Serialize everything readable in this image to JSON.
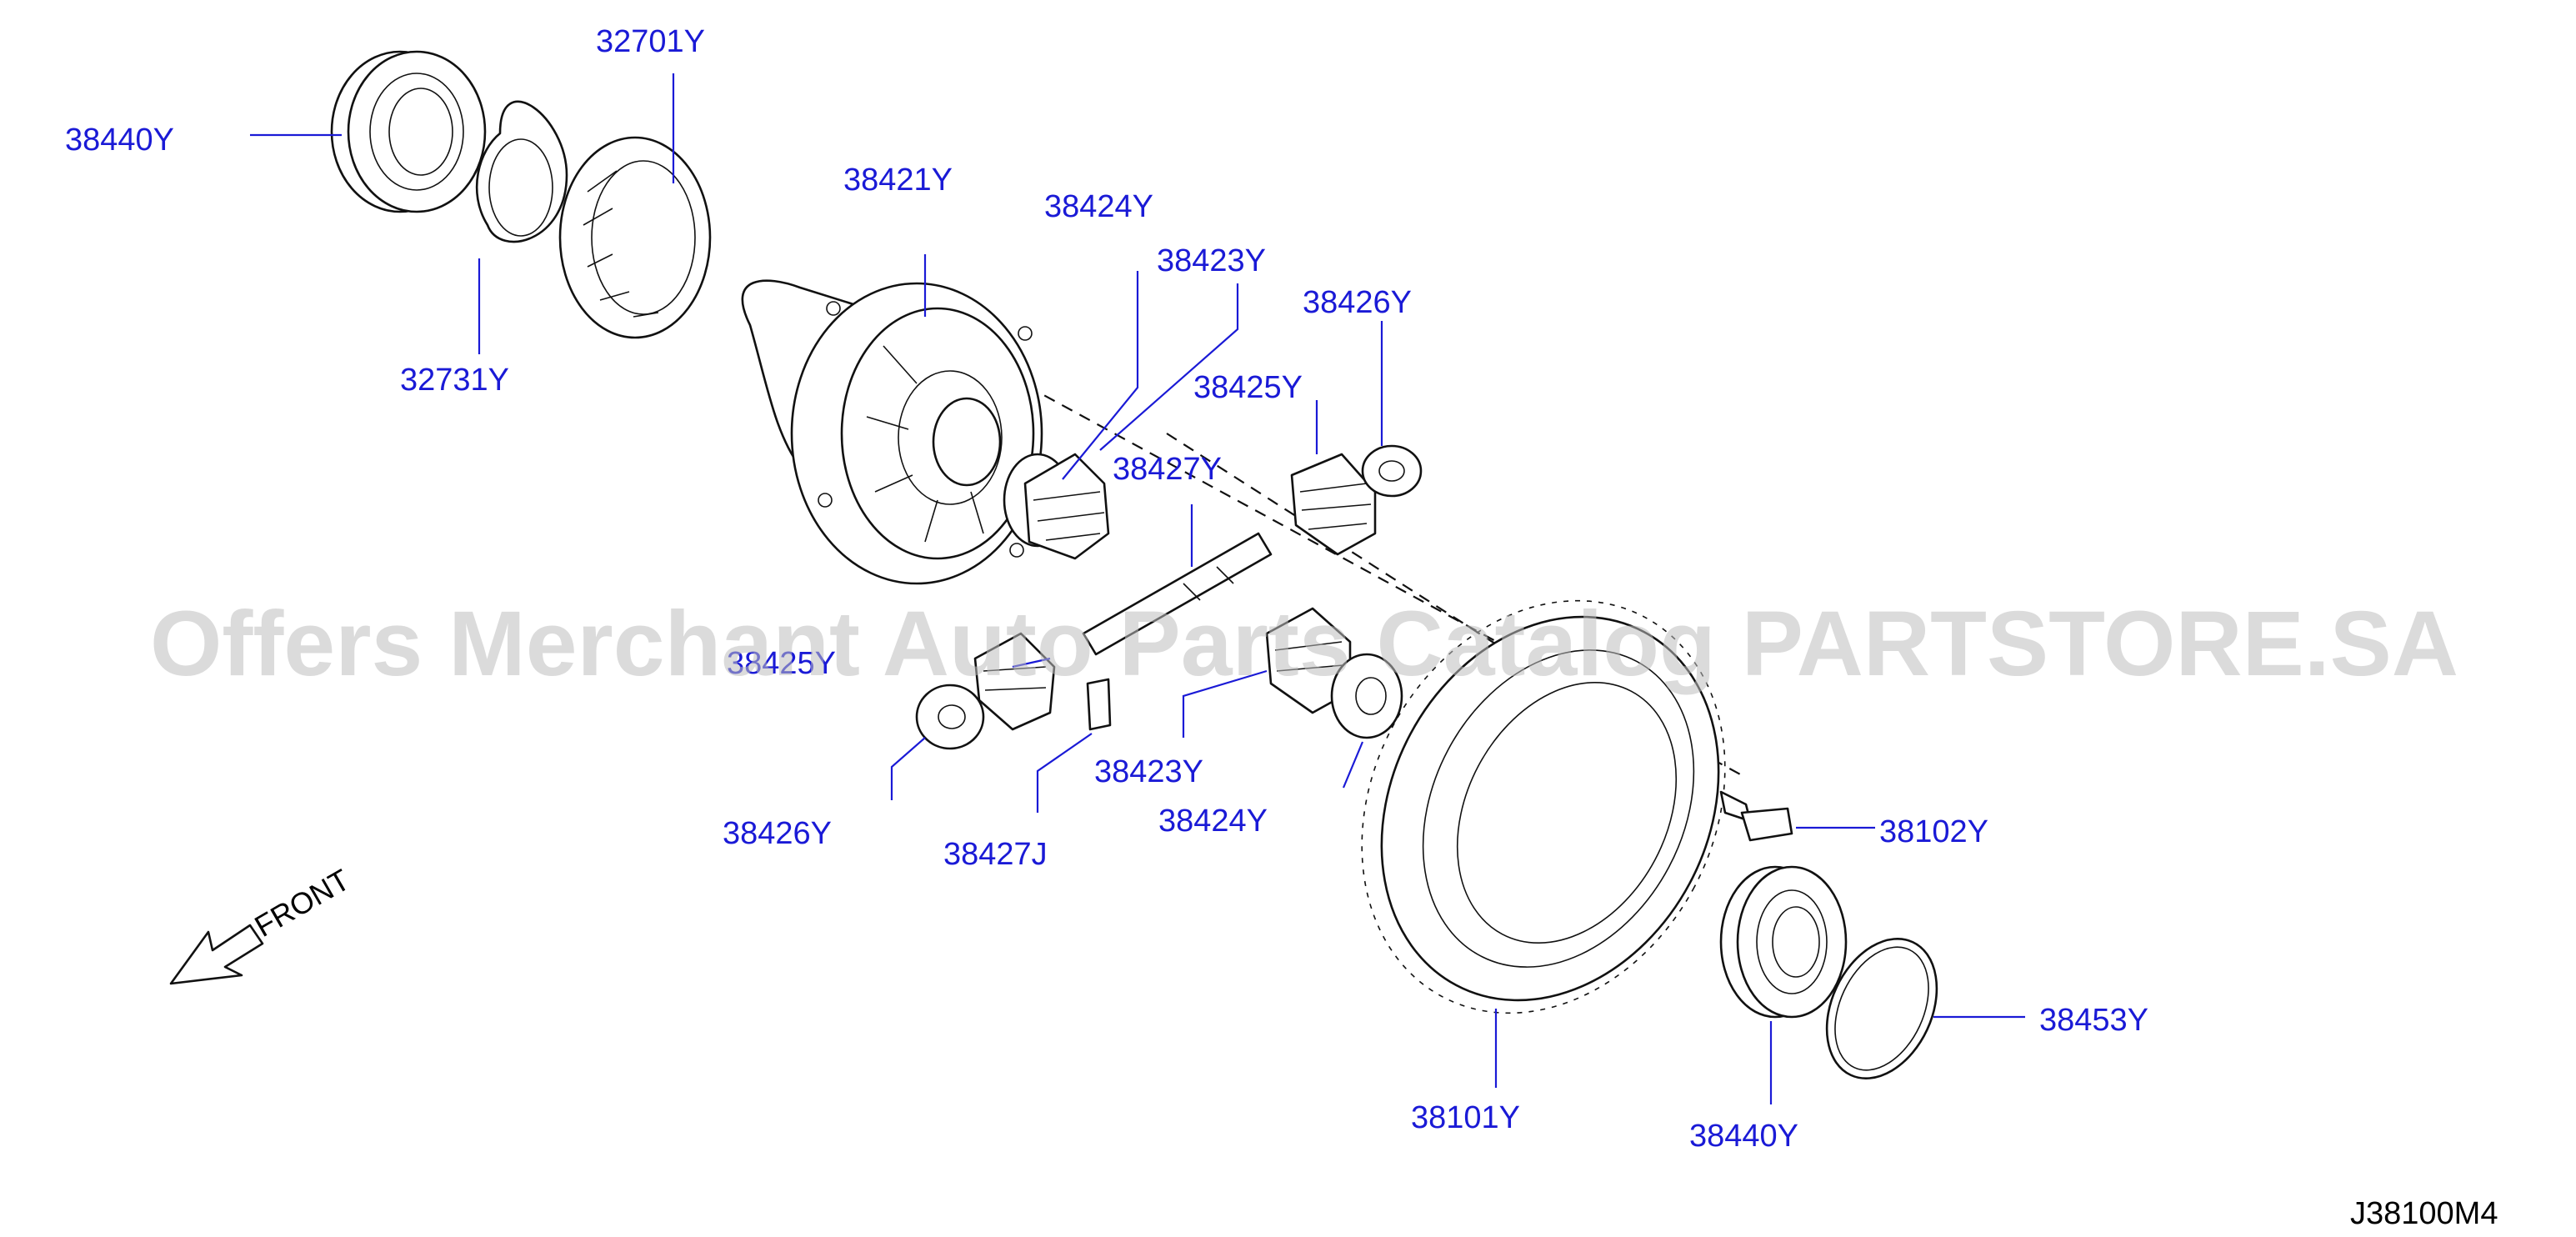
{
  "diagram": {
    "watermark": "Offers Merchant Auto Parts Catalog PARTSTORE.SA",
    "diagram_code": "J38100M4",
    "direction_label": "FRONT",
    "colors": {
      "label": "#1a1ad6",
      "line": "#111111",
      "watermark": "#bdbdbd"
    },
    "labels": {
      "bearing_top": "38440Y",
      "shim_outer": "32701Y",
      "shim_inner": "32731Y",
      "case": "38421Y",
      "washer_upper": "38424Y",
      "pinion_upper": "38423Y",
      "side_gear_right": "38425Y",
      "thrust_washer_right": "38426Y",
      "pinion_shaft": "38427Y",
      "side_gear_left": "38425Y",
      "thrust_washer_left": "38426Y",
      "lock_pin": "38427J",
      "pinion_lower": "38423Y",
      "washer_lower": "38424Y",
      "bolt": "38102Y",
      "ring_gear": "38101Y",
      "bearing_bottom": "38440Y",
      "o_ring": "38453Y"
    }
  }
}
